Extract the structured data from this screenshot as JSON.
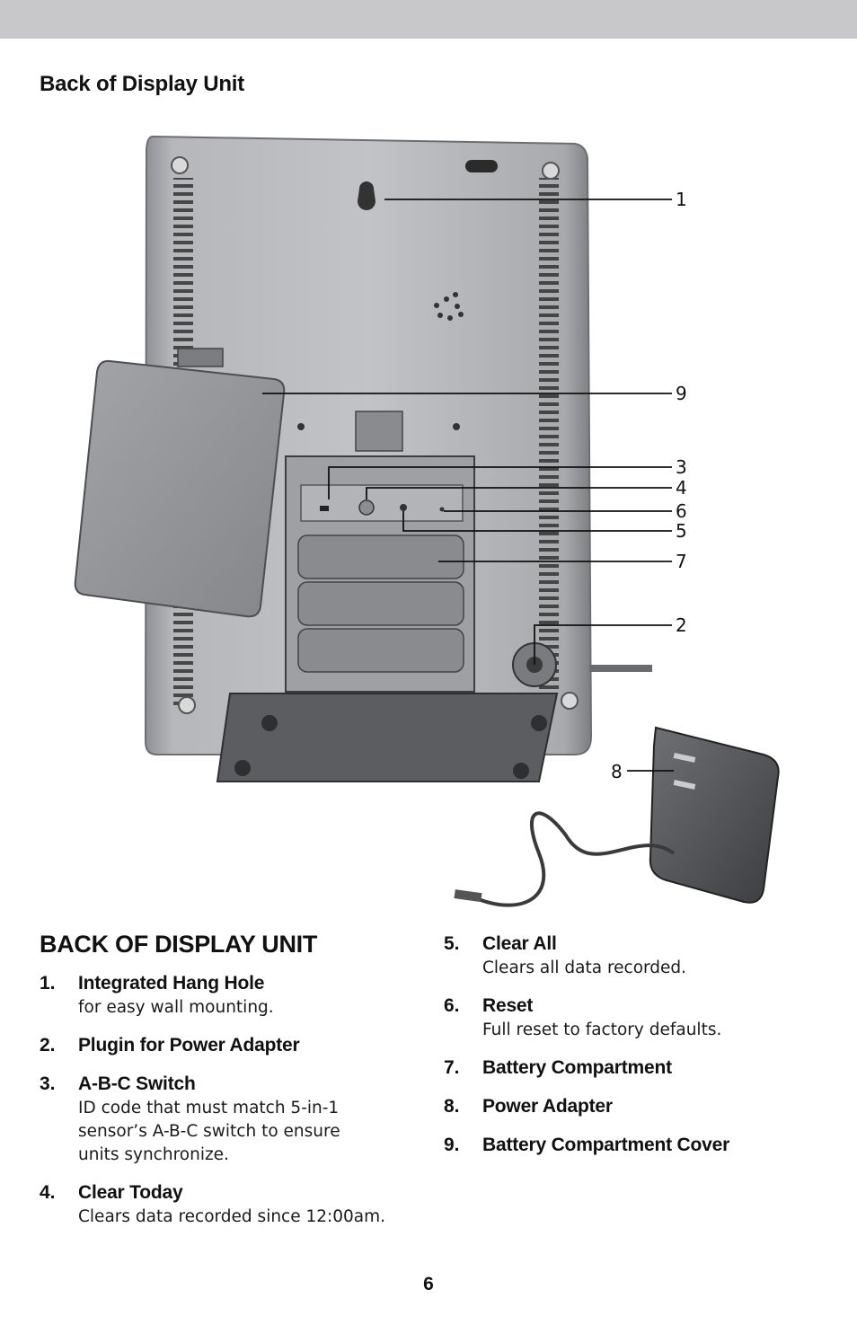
{
  "header": {
    "section_title": "Back of Display Unit"
  },
  "figure": {
    "callouts": [
      "1",
      "9",
      "3",
      "4",
      "6",
      "5",
      "7",
      "2",
      "8"
    ]
  },
  "list": {
    "title": "BACK OF DISPLAY UNIT",
    "items": [
      {
        "num": "1.",
        "name": "Integrated Hang Hole",
        "desc": "for easy wall mounting."
      },
      {
        "num": "2.",
        "name": "Plugin for Power Adapter",
        "desc": ""
      },
      {
        "num": "3.",
        "name": "A-B-C Switch",
        "desc_lines": [
          "ID code that must match 5-in-1",
          "sensor’s A-B-C switch to ensure",
          "units synchronize."
        ]
      },
      {
        "num": "4.",
        "name": "Clear Today",
        "desc": "Clears data recorded since 12:00am."
      },
      {
        "num": "5.",
        "name": "Clear All",
        "desc": "Clears all data recorded."
      },
      {
        "num": "6.",
        "name": "Reset",
        "desc": "Full reset to factory defaults."
      },
      {
        "num": "7.",
        "name": "Battery Compartment",
        "desc": ""
      },
      {
        "num": "8.",
        "name": "Power Adapter",
        "desc": ""
      },
      {
        "num": "9.",
        "name": "Battery Compartment Cover",
        "desc": ""
      }
    ]
  },
  "footer": {
    "page_number": "6"
  }
}
